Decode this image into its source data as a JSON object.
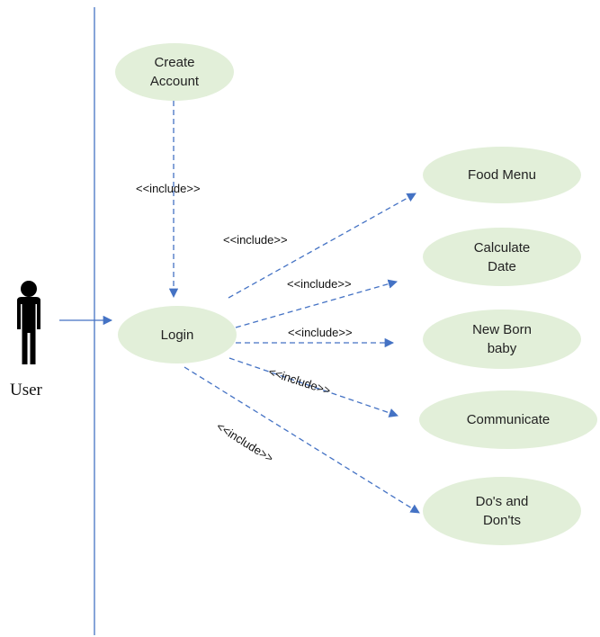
{
  "colors": {
    "usecase_fill": "#e2efd9",
    "line": "#4472c4",
    "actor": "#000000"
  },
  "actor": {
    "label": "User",
    "icon": "stick-figure-icon"
  },
  "usecases": {
    "create_account": "Create\nAccount",
    "login": "Login",
    "food_menu": "Food Menu",
    "calculate_date": "Calculate\nDate",
    "new_born_baby": "New Born\nbaby",
    "communicate": "Communicate",
    "dos_and_donts": "Do's and\nDon'ts"
  },
  "relations": {
    "create_account_include": "<<include>>",
    "food_menu_include": "<<include>>",
    "calculate_date_include": "<<include>>",
    "new_born_baby_include": "<<include>>",
    "communicate_include": "<<include>>",
    "dos_and_donts_include": "<<include>>"
  }
}
